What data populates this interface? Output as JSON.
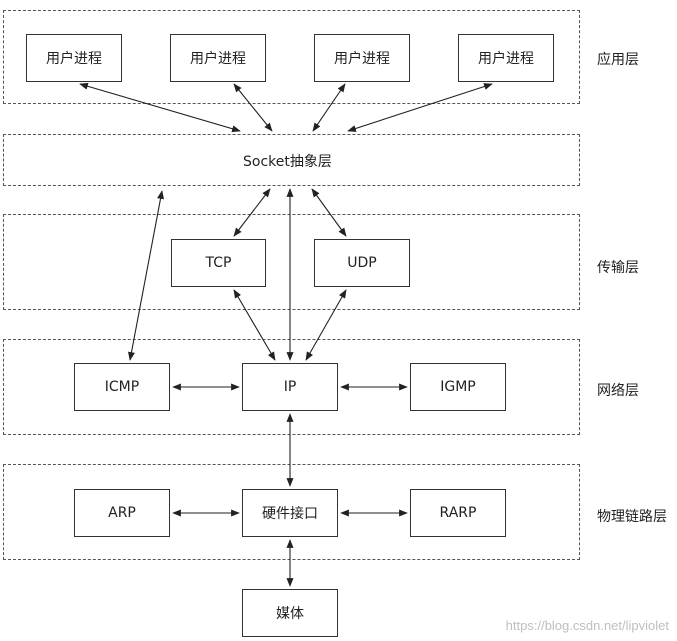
{
  "layers": {
    "application": "应用层",
    "transport": "传输层",
    "network": "网络层",
    "link": "物理链路层"
  },
  "boxes": {
    "user_process": "用户进程",
    "socket": "Socket抽象层",
    "tcp": "TCP",
    "udp": "UDP",
    "icmp": "ICMP",
    "ip": "IP",
    "igmp": "IGMP",
    "arp": "ARP",
    "hardware": "硬件接口",
    "rarp": "RARP",
    "media": "媒体"
  },
  "watermark": "https://blog.csdn.net/lipviolet"
}
